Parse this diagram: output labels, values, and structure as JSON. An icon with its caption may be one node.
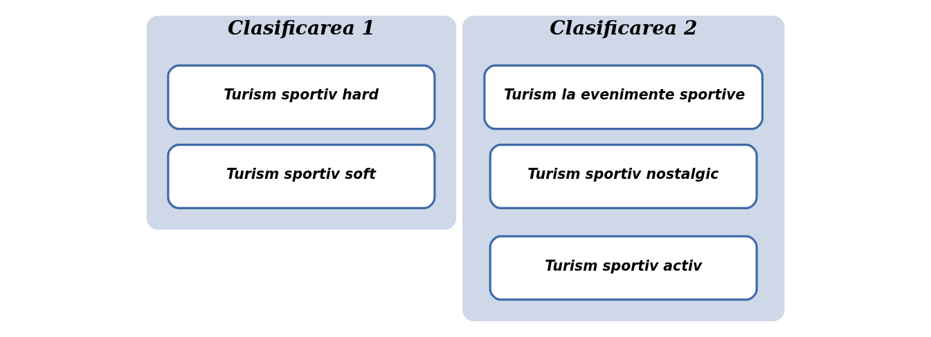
{
  "diagram": {
    "nodes": [
      {
        "text": [
          "Clasificarea 1"
        ]
      },
      {
        "text": [
          "Turism sportiv hard"
        ],
        "in": 0
      },
      {
        "text": [
          "Turism sportiv soft"
        ],
        "in": 0
      },
      {
        "text": [
          "Clasificarea 2"
        ]
      },
      {
        "text": [
          "Turism la evenimente sportive"
        ],
        "in": 3
      },
      {
        "text": [
          "Turism sportiv nostalgic"
        ],
        "in": 3
      },
      {
        "text": [
          "Turism sportiv activ"
        ],
        "in": 3
      }
    ]
  }
}
